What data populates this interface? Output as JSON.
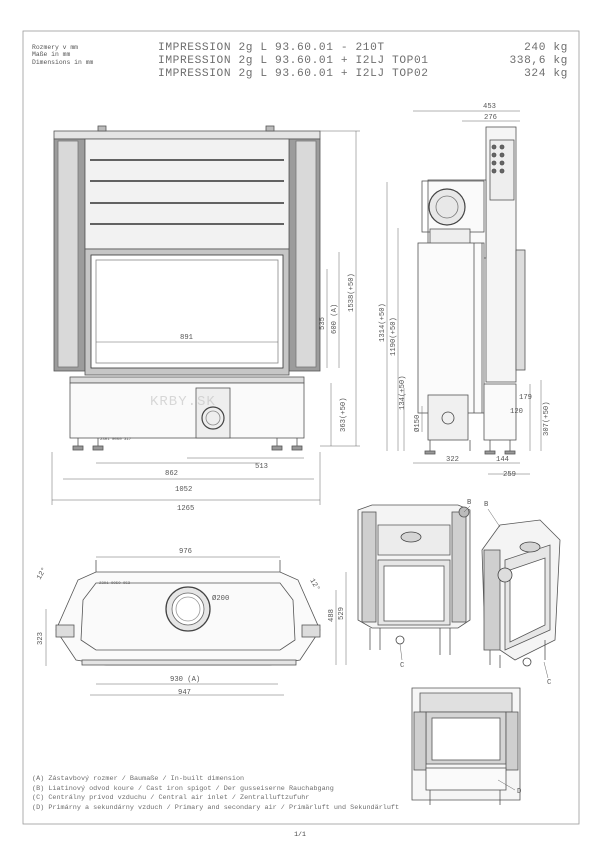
{
  "unit_label": {
    "line1": "Rozmery v mm",
    "line2": "Maße in mm",
    "line3": "Dimensions in mm"
  },
  "models": [
    {
      "name": "IMPRESSION 2g L 93.60.01 - 210T",
      "weight": "240 kg"
    },
    {
      "name": "IMPRESSION 2g L 93.60.01 + I2LJ TOP01",
      "weight": "338,6 kg"
    },
    {
      "name": "IMPRESSION 2g L 93.60.01 + I2LJ TOP02",
      "weight": "324 kg"
    }
  ],
  "front_view": {
    "dim_width_891": "891",
    "dim_862": "862",
    "dim_1052": "1052",
    "dim_1265": "1265",
    "dim_513": "513",
    "dim_535": "535",
    "dim_600a": "600 (A)",
    "dim_1538": "1538(+50)",
    "dim_363": "363(+50)",
    "serial": "2301 0050 317"
  },
  "side_view": {
    "dim_453": "453",
    "dim_276": "276",
    "dim_1314": "1314(+50)",
    "dim_1190": "1190(+50)",
    "dim_134": "134(+50)",
    "dim_d150": "Ø150",
    "dim_179": "179",
    "dim_120": "120",
    "dim_307": "307(+50)",
    "dim_322": "322",
    "dim_144": "144",
    "dim_259": "259"
  },
  "top_view": {
    "dim_976": "976",
    "dim_12a": "12°",
    "dim_12b": "12°",
    "dim_d200": "Ø200",
    "dim_323": "323",
    "dim_488": "488",
    "dim_529": "529",
    "dim_930": "930 (A)",
    "dim_947": "947",
    "serial": "2301 0050 053"
  },
  "iso_labels": {
    "b1": "B",
    "b2": "B",
    "c1": "C",
    "c2": "C",
    "d1": "D"
  },
  "watermark": "KRBY.SK",
  "legend": [
    "(A)  Zástavbový rozmer / Baumaße / In-built dimension",
    "(B)  Liatinový odvod koure / Cast iron spigot / Der gusseiserne Rauchabgang",
    "(C)  Centrálny prívod vzduchu / Central air inlet / Zentralluftzufuhr",
    "(D)  Primárny a sekundárny vzduch / Primary and secondary air / Primärluft und Sekundärluft"
  ],
  "page_number": "1/1"
}
